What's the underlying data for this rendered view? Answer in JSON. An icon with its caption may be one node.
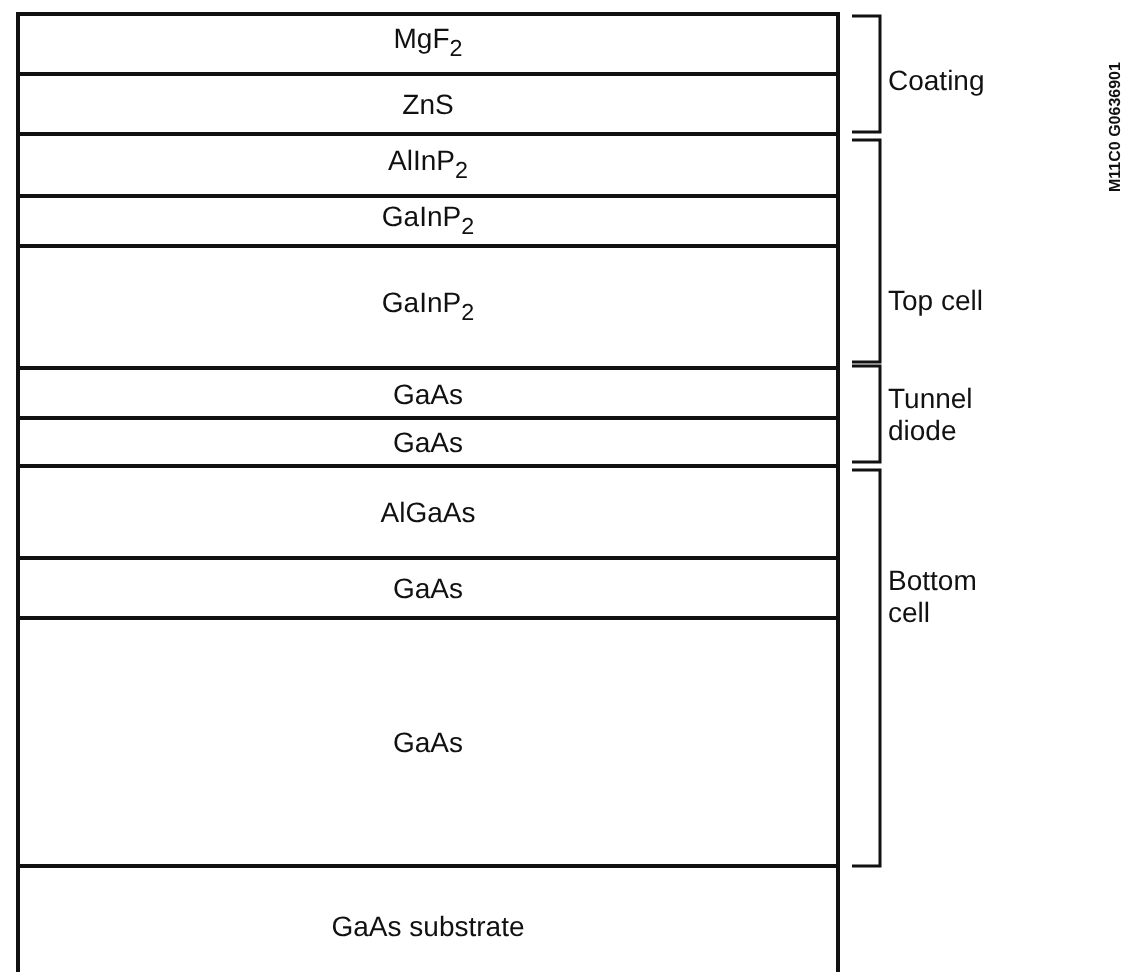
{
  "diagram": {
    "nodes": [
      {
        "text": [
          "MgF$_{2}$"
        ]
      },
      {
        "text": [
          "ZnS"
        ]
      },
      {
        "text": [
          "AlInP$_{2}$"
        ]
      },
      {
        "text": [
          "GaInP$_{2}$"
        ]
      },
      {
        "text": [
          "GaInP$_{2}$"
        ]
      },
      {
        "text": [
          "GaAs"
        ]
      },
      {
        "text": [
          "GaAs"
        ]
      },
      {
        "text": [
          "AlGaAs"
        ]
      },
      {
        "text": [
          "GaAs"
        ]
      },
      {
        "text": [
          "GaAs"
        ]
      },
      {
        "text": [
          "GaAs substrate"
        ]
      }
    ],
    "edges": [],
    "labels": [
      "Coating",
      "Top cell",
      "Tunnel diode",
      "Bottom cell",
      "M11C0 G0636901"
    ]
  }
}
